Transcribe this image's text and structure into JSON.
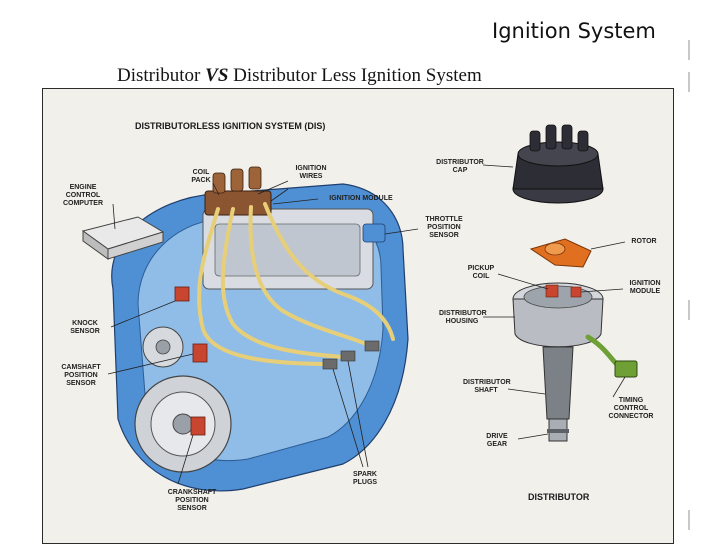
{
  "slide": {
    "title": "Ignition System",
    "subtitle_part1": "Distributor ",
    "subtitle_vs": "VS",
    "subtitle_part2": " Distributor Less Ignition System"
  },
  "figure": {
    "dis_title": "DISTRIBUTORLESS IGNITION SYSTEM (DIS)",
    "distributor_title": "DISTRIBUTOR",
    "labels": {
      "engine_control_computer": "ENGINE\nCONTROL\nCOMPUTER",
      "coil_pack": "COIL\nPACK",
      "ignition_wires": "IGNITION\nWIRES",
      "ignition_module_dis": "IGNITION MODULE",
      "throttle_position_sensor": "THROTTLE\nPOSITION\nSENSOR",
      "knock_sensor": "KNOCK\nSENSOR",
      "camshaft_position_sensor": "CAMSHAFT\nPOSITION\nSENSOR",
      "crankshaft_position_sensor": "CRANKSHAFT\nPOSITION\nSENSOR",
      "spark_plugs": "SPARK\nPLUGS",
      "distributor_cap": "DISTRIBUTOR\nCAP",
      "rotor": "ROTOR",
      "pickup_coil": "PICKUP\nCOIL",
      "ignition_module_dist": "IGNITION\nMODULE",
      "distributor_housing": "DISTRIBUTOR\nHOUSING",
      "distributor_shaft": "DISTRIBUTOR\nSHAFT",
      "timing_control_connector": "TIMING\nCONTROL\nCONNECTOR",
      "drive_gear": "DRIVE\nGEAR"
    },
    "colors": {
      "engine_blue": "#4f8fd4",
      "wire_yellow": "#e6cf78",
      "coil_brown": "#8a5530",
      "sensor_red": "#c8452f",
      "cap_dark": "#2d2d35",
      "rotor_orange": "#e0701f",
      "connector_green": "#6fa035"
    }
  }
}
